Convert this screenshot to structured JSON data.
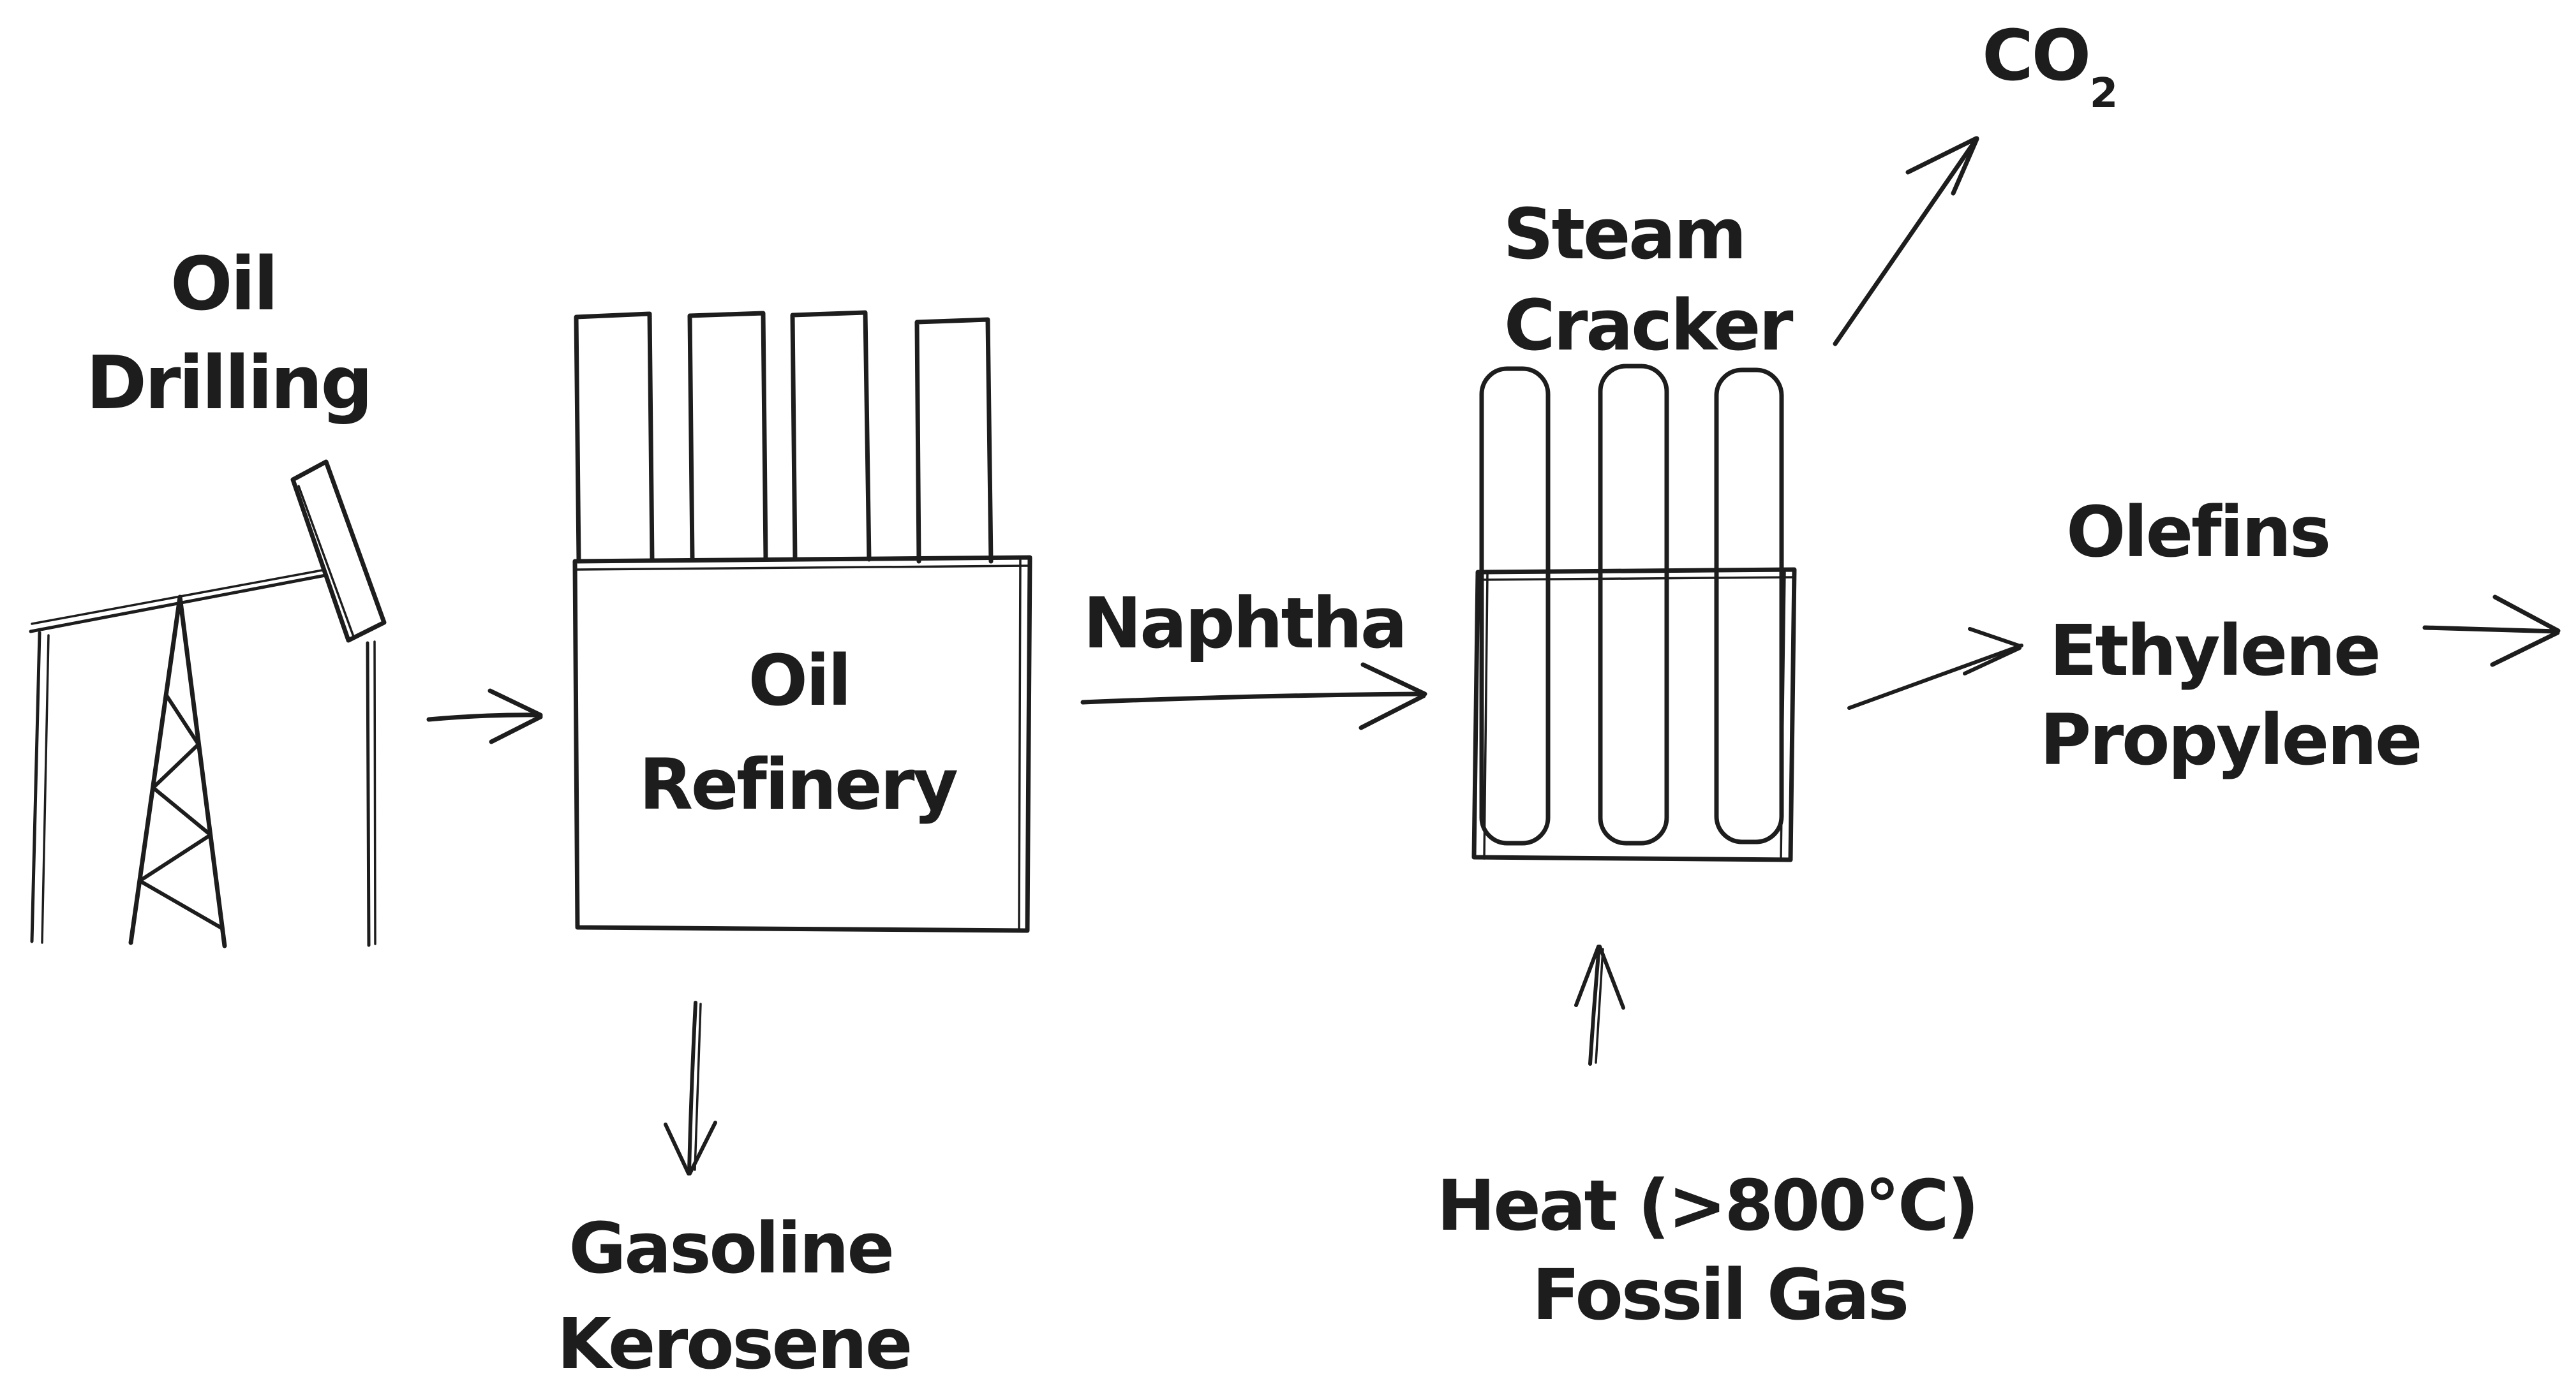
{
  "canvas": {
    "background": "#ffffff",
    "ink": "#1d1d1d"
  },
  "nodes": {
    "oil_drilling": {
      "line1": "Oil",
      "line2": "Drilling",
      "icon": "pumpjack-sketch"
    },
    "oil_refinery": {
      "line1": "Oil",
      "line2": "Refinery",
      "icon": "refinery-building-sketch",
      "chimney_count": 4
    },
    "steam_cracker": {
      "line1": "Steam",
      "line2": "Cracker",
      "icon": "cracker-furnace-sketch",
      "tube_count": 3
    }
  },
  "flows": {
    "naphtha": {
      "label": "Naphtha"
    },
    "co2": {
      "base": "CO",
      "subscript": "2"
    },
    "refinery_products": {
      "line1": "Gasoline",
      "line2": "Kerosene"
    },
    "cracker_inputs": {
      "line1": "Heat (>800°C)",
      "line2": "Fossil Gas"
    },
    "cracker_products": {
      "title": "Olefins",
      "line1": "Ethylene",
      "line2": "Propylene"
    }
  }
}
